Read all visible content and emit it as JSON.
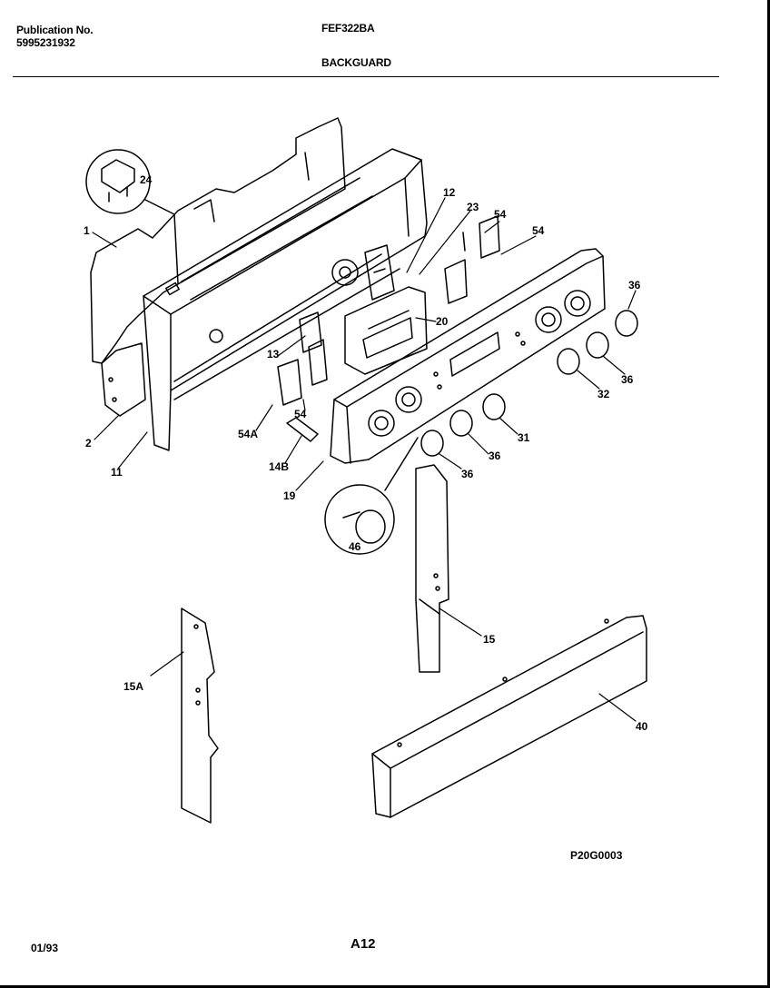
{
  "header": {
    "publication_label": "Publication No.",
    "publication_number": "5995231932",
    "model": "FEF322BA",
    "section_title": "BACKGUARD"
  },
  "callouts": {
    "c1": "1",
    "c2": "2",
    "c11": "11",
    "c12": "12",
    "c13": "13",
    "c14B": "14B",
    "c15": "15",
    "c15A": "15A",
    "c19": "19",
    "c20": "20",
    "c23": "23",
    "c24": "24",
    "c31": "31",
    "c32": "32",
    "c36a": "36",
    "c36b": "36",
    "c36c": "36",
    "c36d": "36",
    "c40": "40",
    "c46": "46",
    "c54a": "54",
    "c54b": "54",
    "c54c": "54",
    "c54A": "54A"
  },
  "footer": {
    "drawing_code": "P20G0003",
    "date": "01/93",
    "page_code": "A12"
  }
}
